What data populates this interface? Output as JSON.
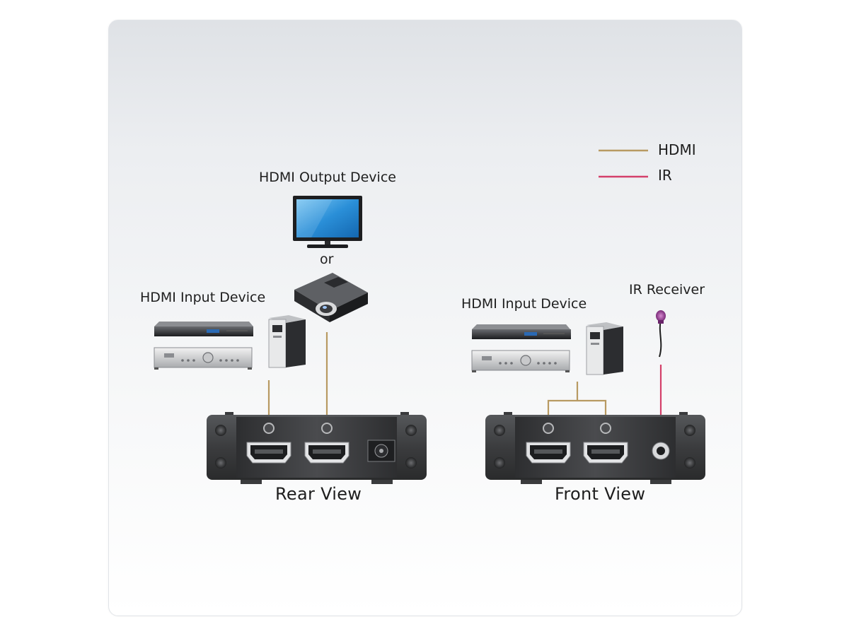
{
  "labels": {
    "hdmi_output_device": "HDMI Output Device",
    "or": "or",
    "hdmi_input_device_left": "HDMI Input Device",
    "hdmi_input_device_right": "HDMI Input Device",
    "ir_receiver": "IR Receiver",
    "rear_view": "Rear View",
    "front_view": "Front View"
  },
  "legend": [
    {
      "label": "HDMI",
      "color": "#b89a62"
    },
    {
      "label": "IR",
      "color": "#d4406a"
    }
  ],
  "colors": {
    "hdmi_cable": "#b89a62",
    "ir_cable": "#d4406a",
    "unit_body": "#3a3b3d",
    "monitor_screen": "#2a8fd8"
  }
}
